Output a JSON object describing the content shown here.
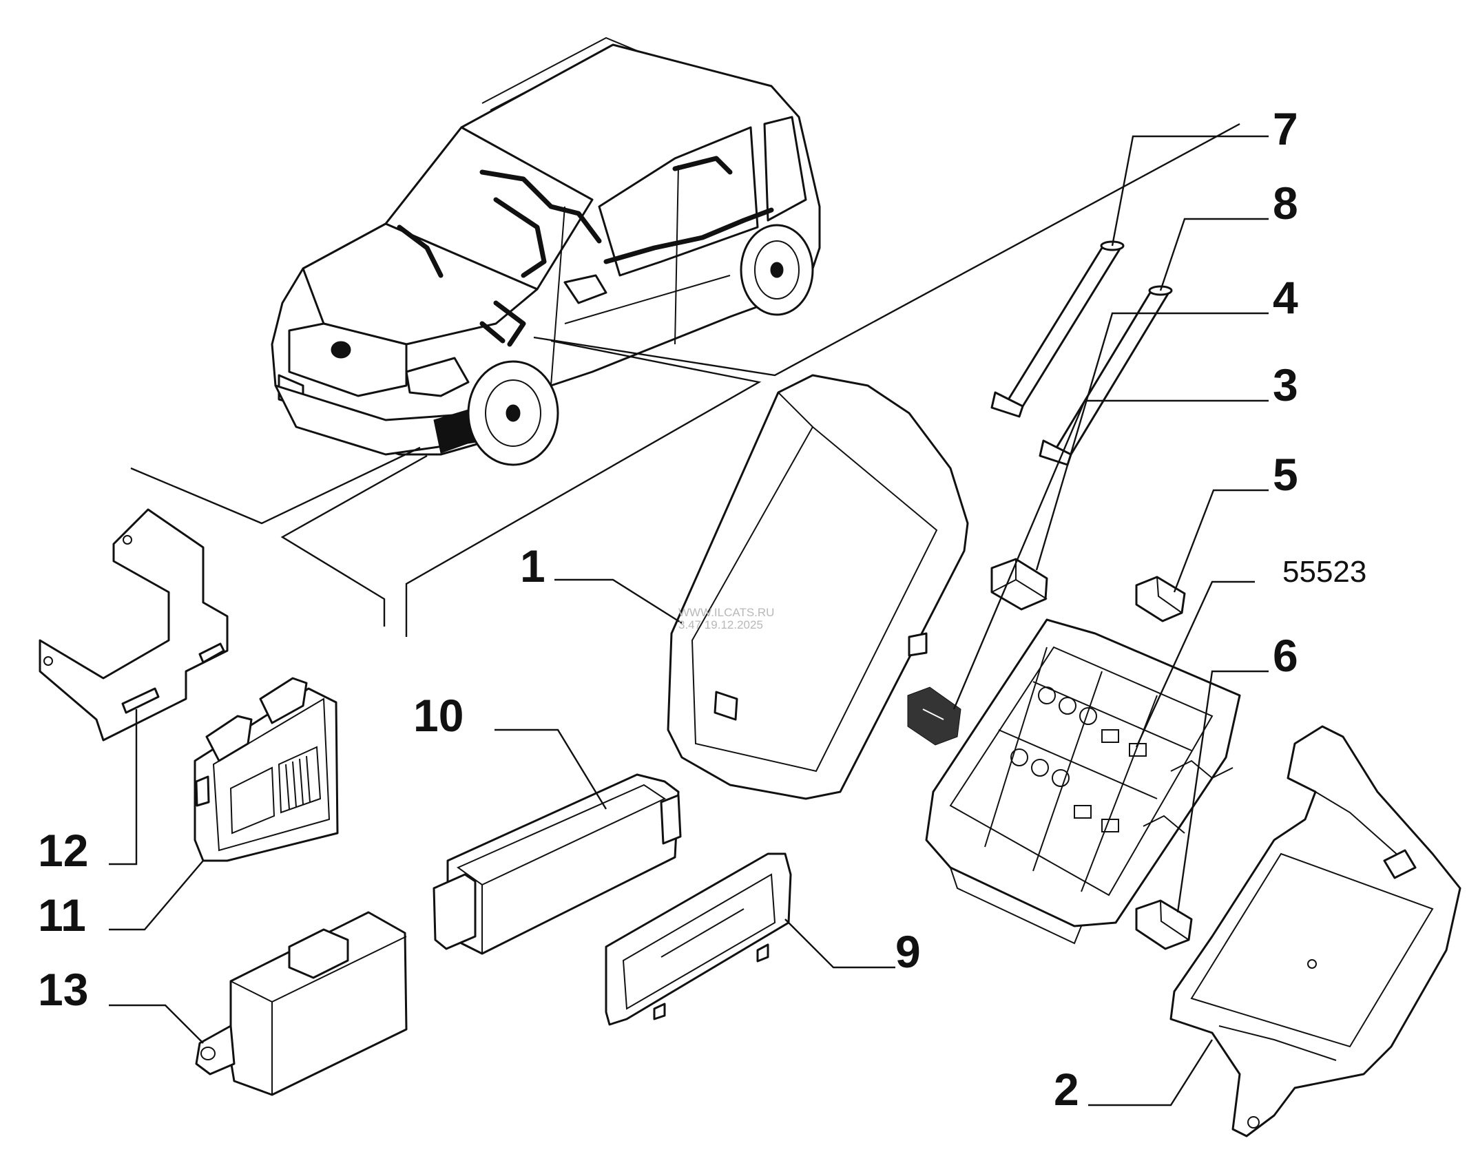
{
  "diagram": {
    "title": "Electrical control units exploded view",
    "callouts": [
      {
        "id": "1",
        "text": "1"
      },
      {
        "id": "2",
        "text": "2"
      },
      {
        "id": "3",
        "text": "3"
      },
      {
        "id": "4",
        "text": "4"
      },
      {
        "id": "5",
        "text": "5"
      },
      {
        "id": "6",
        "text": "6"
      },
      {
        "id": "7",
        "text": "7"
      },
      {
        "id": "8",
        "text": "8"
      },
      {
        "id": "9",
        "text": "9"
      },
      {
        "id": "10",
        "text": "10"
      },
      {
        "id": "11",
        "text": "11"
      },
      {
        "id": "12",
        "text": "12"
      },
      {
        "id": "13",
        "text": "13"
      },
      {
        "id": "55523",
        "text": "55523"
      }
    ],
    "watermark": {
      "line1": "WWW.ILCATS.RU",
      "line2": "3.47 19.12.2025"
    }
  }
}
